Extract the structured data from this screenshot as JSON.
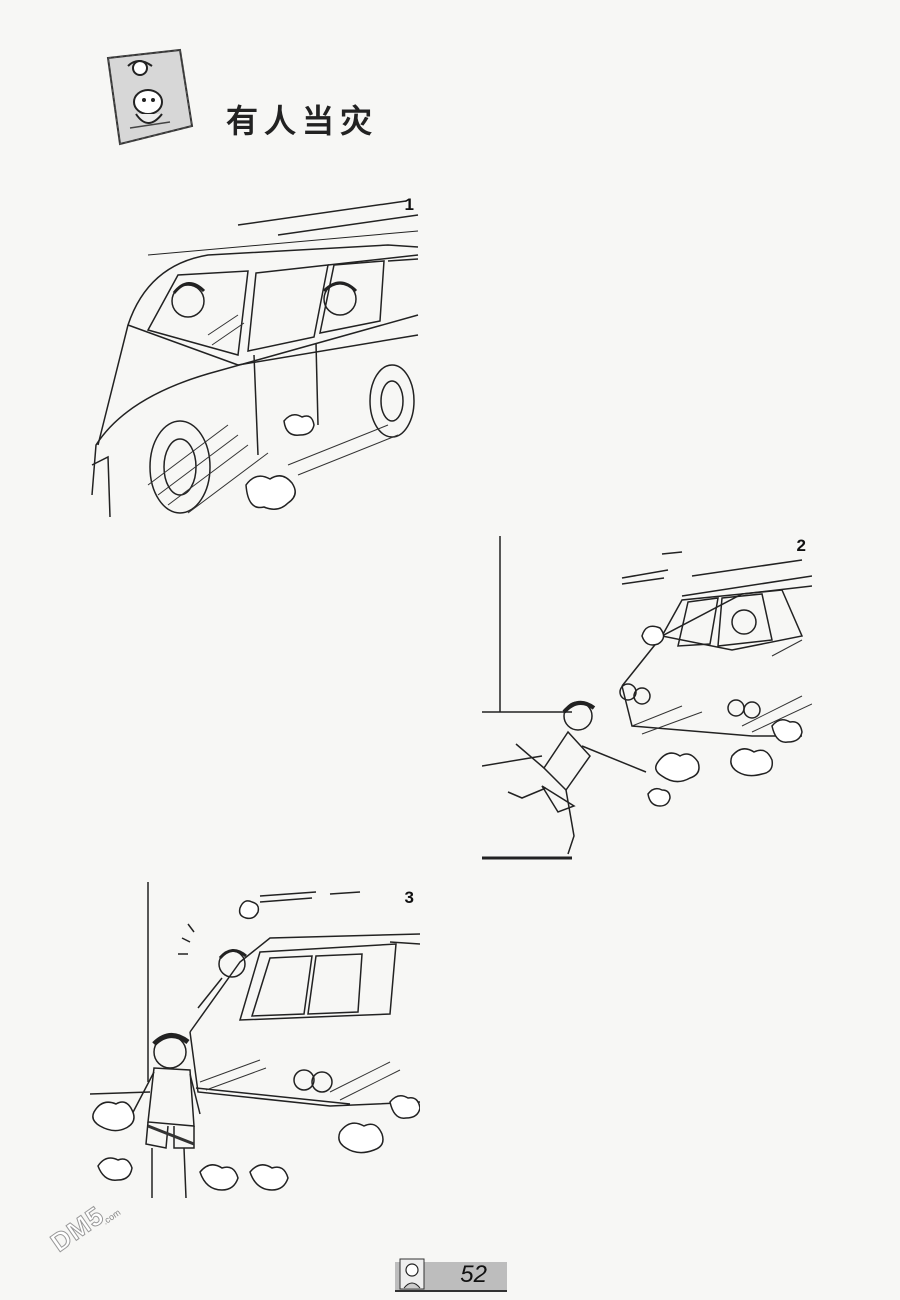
{
  "header": {
    "title": "有人当灾"
  },
  "panels": [
    {
      "number": "1"
    },
    {
      "number": "2"
    },
    {
      "number": "3"
    }
  ],
  "footer": {
    "page_number": "52"
  },
  "watermark": {
    "text": "DM5",
    "domain": ".com"
  }
}
